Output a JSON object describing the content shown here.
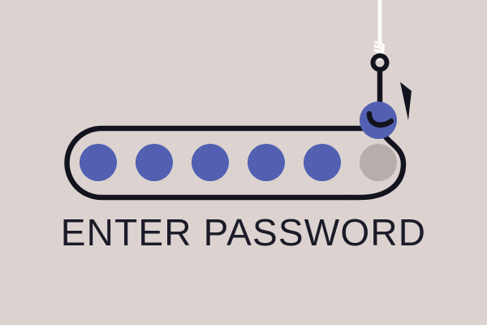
{
  "scene": {
    "title": "Password phishing illustration",
    "background_color": "#dcd3d1"
  },
  "password_field": {
    "name": "password-entry-field",
    "outline_color": "#13131f",
    "filled_dot_color": "#5160b0",
    "empty_dot_color": "#b5aeaa",
    "dot_count": 6,
    "filled_count": 5,
    "dots": [
      {
        "label": "password-dot-1",
        "state": "filled"
      },
      {
        "label": "password-dot-2",
        "state": "filled"
      },
      {
        "label": "password-dot-3",
        "state": "filled"
      },
      {
        "label": "password-dot-4",
        "state": "filled"
      },
      {
        "label": "password-dot-5",
        "state": "filled"
      },
      {
        "label": "password-dot-6",
        "state": "empty"
      }
    ]
  },
  "caption": {
    "text": "ENTER PASSWORD",
    "color": "#1b1b28"
  },
  "fishing_hook": {
    "name": "fishing-hook",
    "hook_color": "#13131f",
    "line_color": "#fdfbfa",
    "stolen_dot_color": "#5160b0",
    "stolen_dot_label": "stolen-password-dot"
  }
}
